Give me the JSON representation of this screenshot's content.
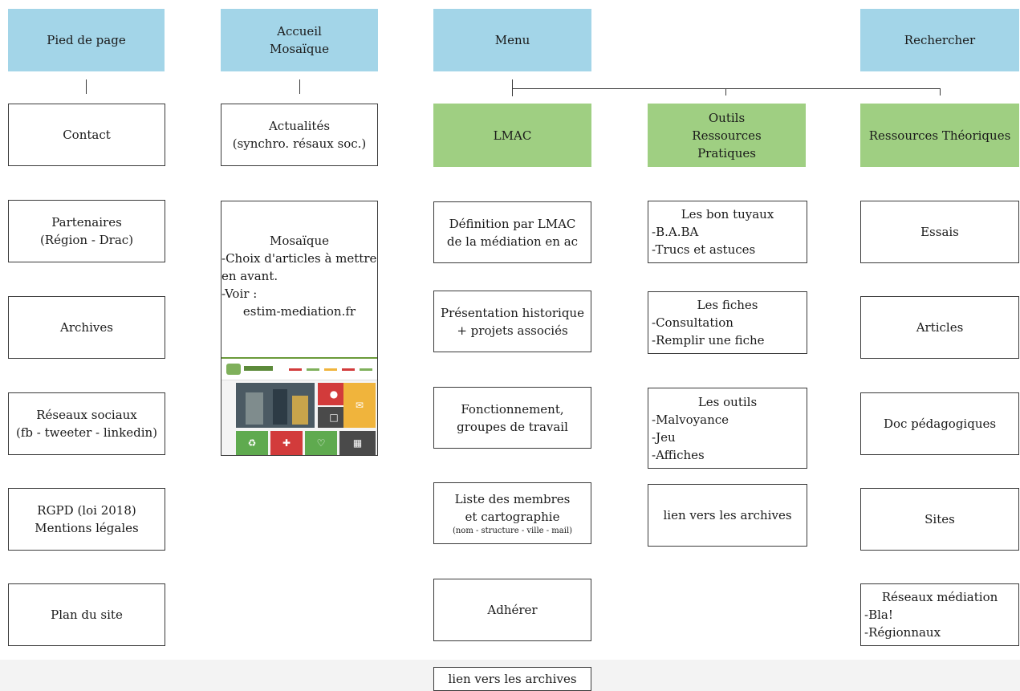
{
  "headers": {
    "footer": [
      "Pied de page"
    ],
    "home": [
      "Accueil",
      "Mosaïque"
    ],
    "menu": [
      "Menu"
    ],
    "search": [
      "Rechercher"
    ]
  },
  "categories": {
    "lmac": [
      "LMAC"
    ],
    "tools": [
      "Outils",
      "Ressources",
      "Pratiques"
    ],
    "theory": [
      "Ressources Théoriques"
    ]
  },
  "footer_items": [
    [
      "Contact"
    ],
    [
      "Partenaires",
      "(Région - Drac)"
    ],
    [
      "Archives"
    ],
    [
      "Réseaux sociaux",
      "(fb - tweeter - linkedin)"
    ],
    [
      "RGPD  (loi 2018)",
      "Mentions légales"
    ],
    [
      "Plan du site"
    ]
  ],
  "home_items": {
    "news": [
      "Actualités",
      "(synchro. résaux soc.)"
    ],
    "mosaic": {
      "title": "Mosaïque",
      "lines": [
        "-Choix d'articles à mettre",
        "en avant.",
        "-Voir :"
      ],
      "link": "estim-mediation.fr"
    }
  },
  "lmac_items": [
    [
      "Définition par LMAC",
      "de la médiation en ac"
    ],
    [
      "Présentation historique",
      "+ projets associés"
    ],
    [
      "Fonctionnement,",
      "groupes de travail"
    ],
    [
      "Liste des membres",
      "et cartographie"
    ],
    [
      "Adhérer"
    ],
    [
      "lien vers les archives"
    ]
  ],
  "lmac_members_note": "(nom - structure - ville - mail)",
  "tools_items": [
    {
      "title": "Les bon tuyaux",
      "items": [
        "-B.A.BA",
        "-Trucs et astuces"
      ]
    },
    {
      "title": "Les fiches",
      "items": [
        "-Consultation",
        "-Remplir une fiche"
      ]
    },
    {
      "title": "Les outils",
      "items": [
        "-Malvoyance",
        "-Jeu",
        "-Affiches"
      ]
    },
    {
      "title": "lien vers les archives",
      "items": []
    }
  ],
  "theory_items": [
    {
      "title": "Essais",
      "items": []
    },
    {
      "title": "Articles",
      "items": []
    },
    {
      "title": "Doc pédagogiques",
      "items": []
    },
    {
      "title": "Sites",
      "items": []
    },
    {
      "title": "Réseaux médiation",
      "items": [
        "-Bla!",
        "-Régionnaux"
      ]
    }
  ],
  "colors": {
    "header_blue": "#a3d5e8",
    "category_green": "#9fcf82",
    "border": "#3a3a3a"
  }
}
